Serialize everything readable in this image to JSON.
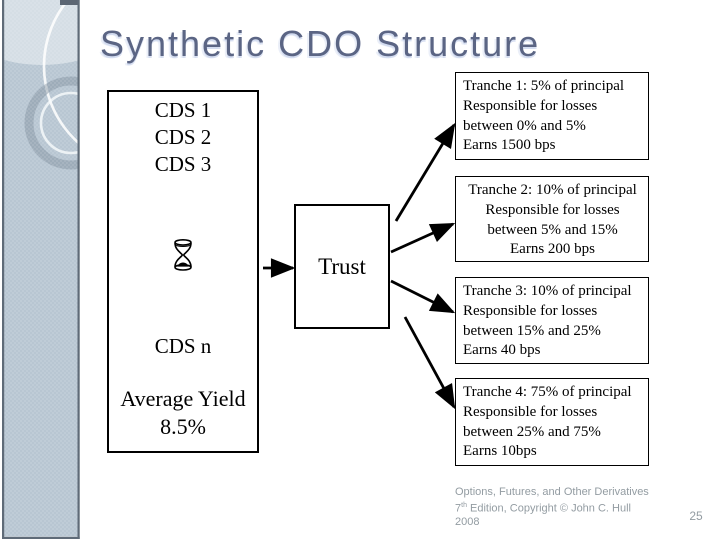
{
  "title": "Synthetic CDO Structure",
  "cds_box": {
    "items": [
      "CDS 1",
      "CDS 2",
      "CDS 3"
    ],
    "item_n": "CDS n",
    "yield_label": "Average Yield",
    "yield_value": "8.5%"
  },
  "trust": {
    "label": "Trust"
  },
  "tranches": [
    {
      "line1": "Tranche 1: 5% of principal",
      "line2": "Responsible for losses",
      "line3": "between 0% and 5%",
      "line4": "Earns 1500 bps"
    },
    {
      "line1": "Tranche 2: 10% of principal",
      "line2": "Responsible for losses",
      "line3": "between 5% and 15%",
      "line4": "Earns 200 bps"
    },
    {
      "line1": "Tranche 3: 10% of principal",
      "line2": "Responsible for losses",
      "line3": "between 15% and 25%",
      "line4": "Earns 40 bps"
    },
    {
      "line1": "Tranche 4: 75% of principal",
      "line2": "Responsible for losses",
      "line3": "between 25% and 75%",
      "line4": "Earns 10bps"
    }
  ],
  "footer": {
    "line1": "Options, Futures, and Other Derivatives",
    "edition_number": "7",
    "edition_sup": "th",
    "edition_rest": " Edition, Copyright © John C. Hull",
    "year": "2008",
    "page_number": "25"
  },
  "colors": {
    "title_text": "#5b6584",
    "sidebar_fill": "#b8c6d2",
    "sidebar_border": "#5f6b78",
    "footer_text": "#939ca2",
    "box_border": "#000000",
    "background": "#ffffff"
  }
}
